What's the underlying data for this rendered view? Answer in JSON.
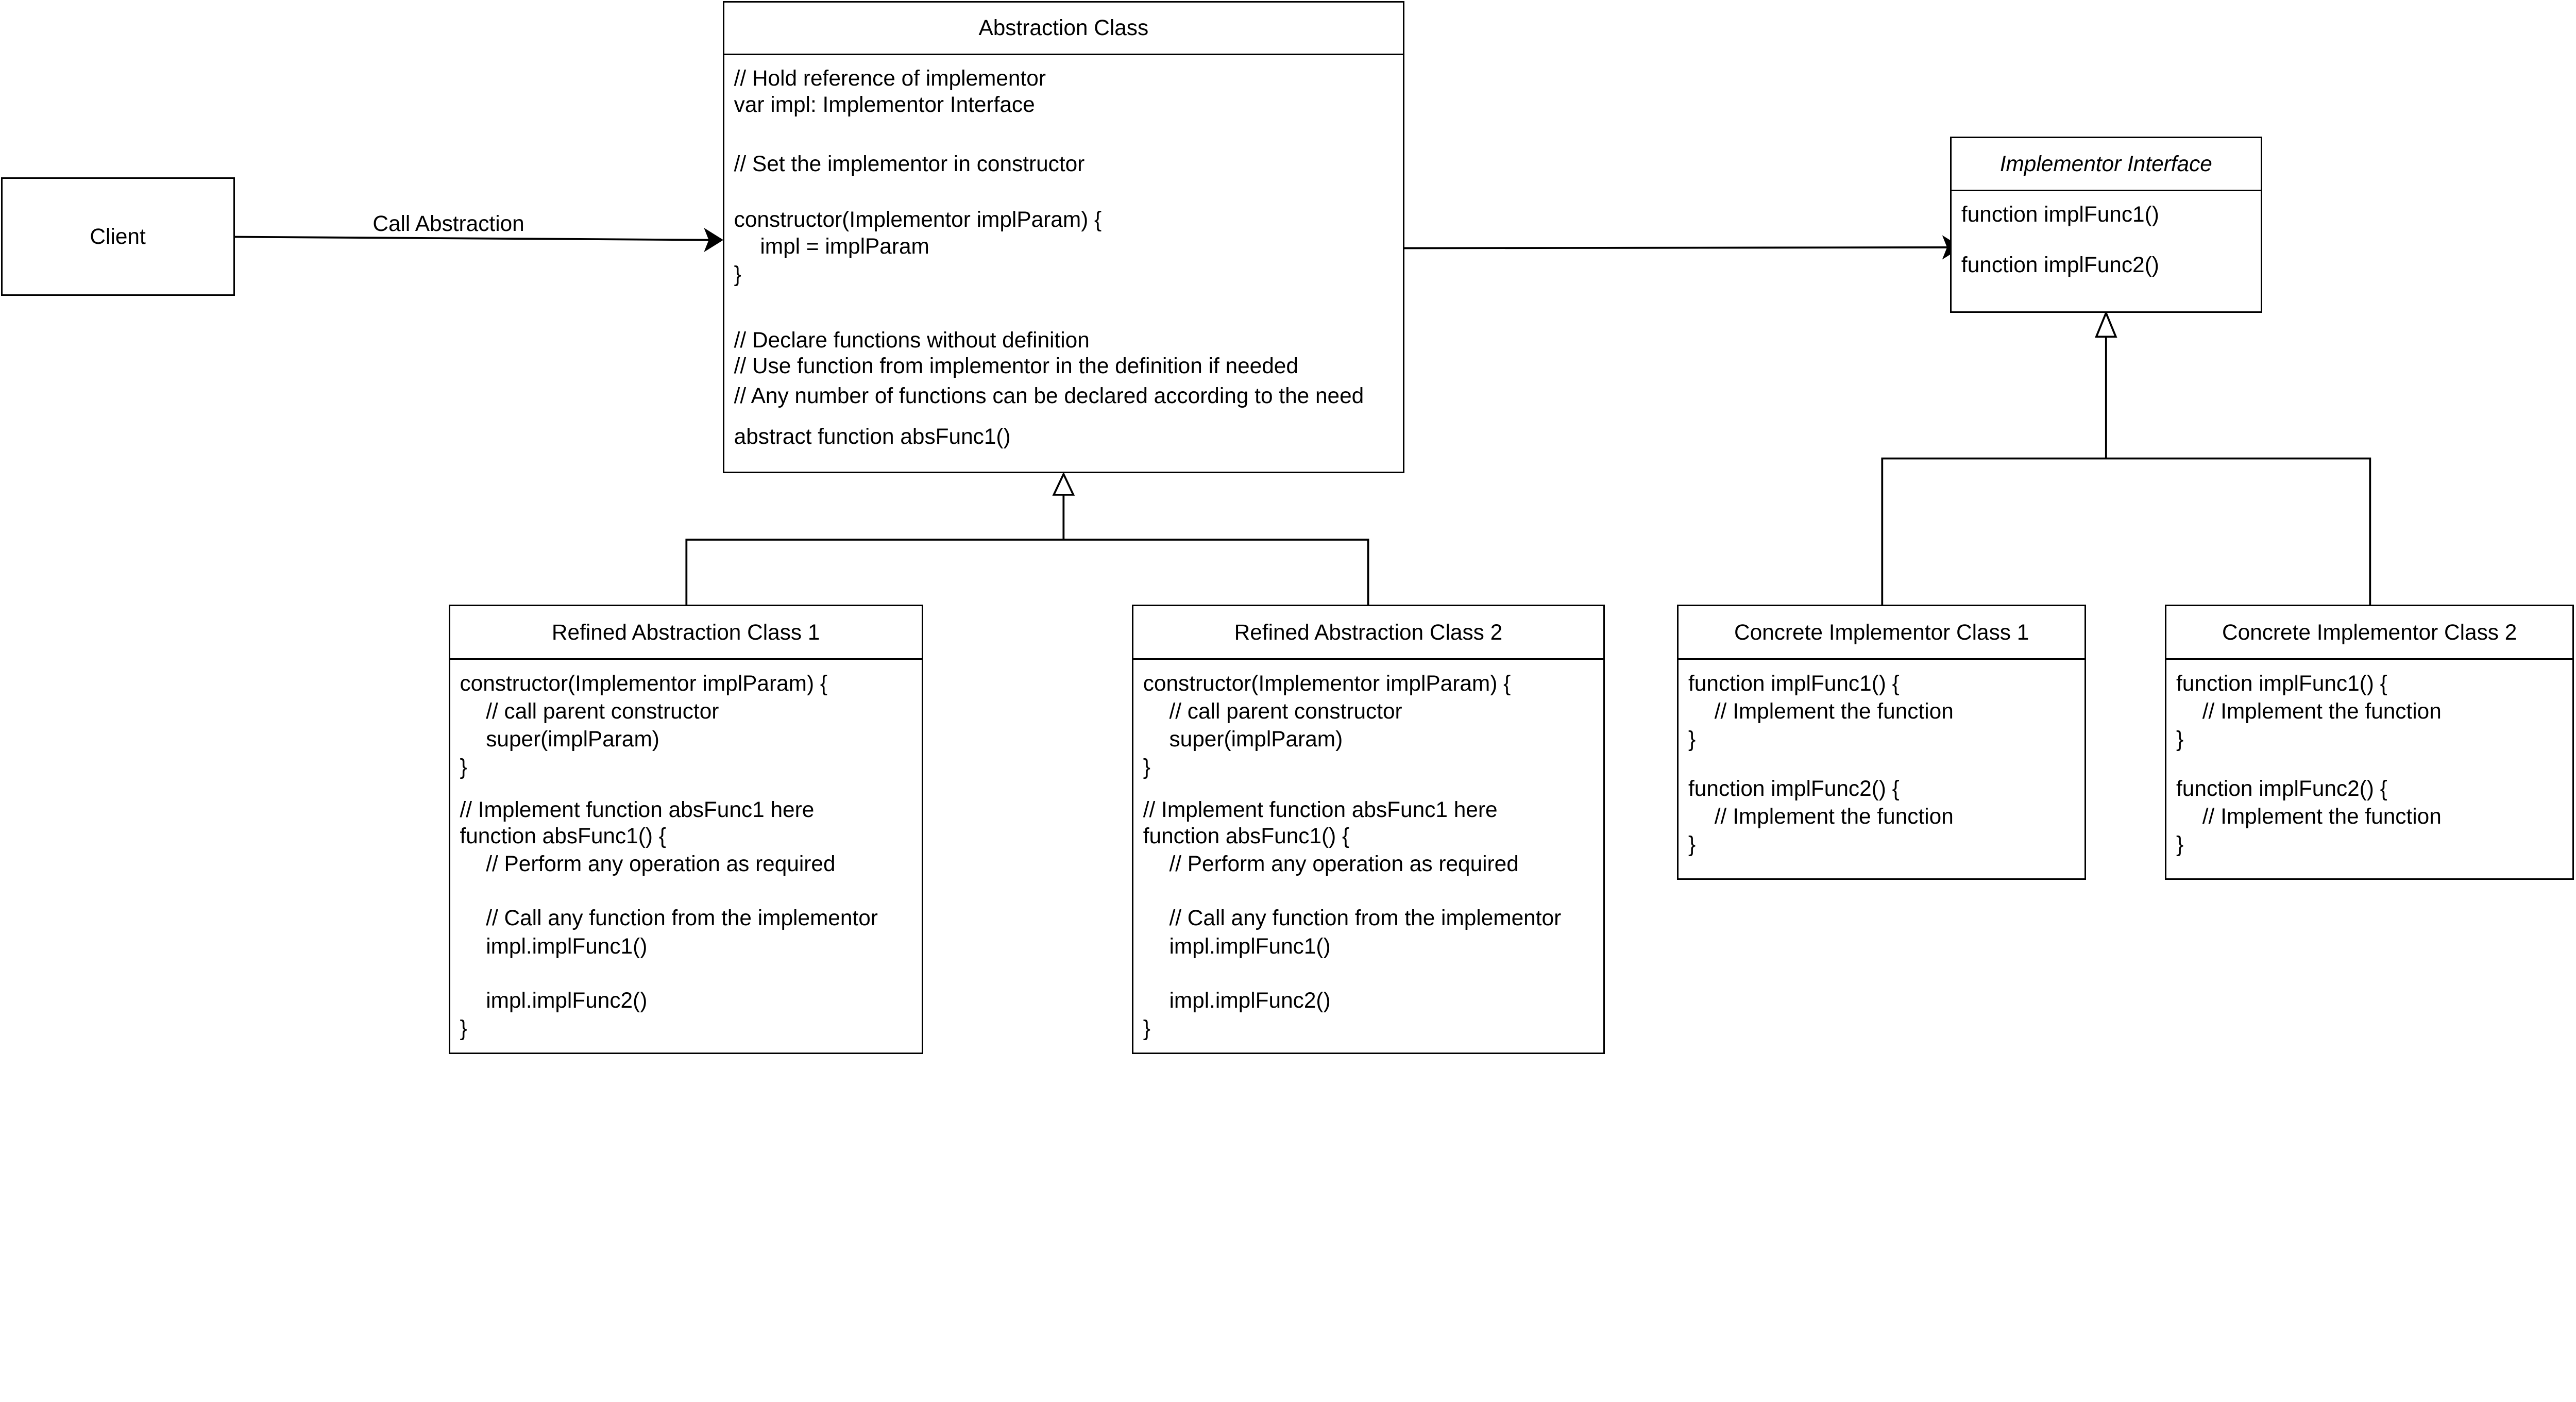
{
  "client": {
    "title": "Client"
  },
  "call_label": "Call Abstraction",
  "abstraction": {
    "title": "Abstraction Class",
    "lines": [
      "// Hold reference of implementor",
      "var impl: Implementor Interface",
      "// Set the implementor in constructor",
      "constructor(Implementor implParam) {",
      "impl = implParam",
      "}",
      "// Declare functions without definition",
      "// Use function from implementor in the definition if needed",
      "// Any number of functions can be declared according to the need",
      "abstract function absFunc1()"
    ]
  },
  "implementor": {
    "title": "Implementor Interface",
    "lines": [
      "function implFunc1()",
      "function implFunc2()"
    ]
  },
  "refined": [
    {
      "title": "Refined Abstraction Class 1",
      "lines": [
        "constructor(Implementor implParam) {",
        "// call parent constructor",
        "super(implParam)",
        "}",
        "// Implement function absFunc1 here",
        "function absFunc1() {",
        "// Perform any operation as required",
        "// Call any function from the implementor",
        "impl.implFunc1()",
        "impl.implFunc2()",
        "}"
      ]
    },
    {
      "title": "Refined Abstraction Class 2",
      "lines": [
        "constructor(Implementor implParam) {",
        "// call parent constructor",
        "super(implParam)",
        "}",
        "// Implement function absFunc1 here",
        "function absFunc1() {",
        "// Perform any operation as required",
        "// Call any function from the implementor",
        "impl.implFunc1()",
        "impl.implFunc2()",
        "}"
      ]
    }
  ],
  "concrete": [
    {
      "title": "Concrete Implementor Class 1",
      "lines": [
        "function implFunc1() {",
        "// Implement the function",
        "}",
        "function implFunc2() {",
        "// Implement the function",
        "}"
      ]
    },
    {
      "title": "Concrete Implementor Class 2",
      "lines": [
        "function implFunc1() {",
        "// Implement the function",
        "}",
        "function implFunc2() {",
        "// Implement the function",
        "}"
      ]
    }
  ]
}
